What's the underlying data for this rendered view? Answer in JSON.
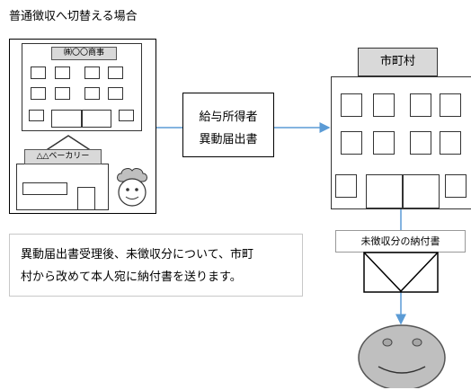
{
  "title": "普通徴収へ切替える場合",
  "company": {
    "sign": "㈱〇〇商事",
    "bakery_sign": "△△ベーカリー"
  },
  "document": {
    "line1": "給与所得者",
    "line2": "異動届出書"
  },
  "city": {
    "sign": "市町村"
  },
  "tax_notice": "未徴収分の納付書",
  "note": {
    "line1": "異動届出書受理後、未徴収分について、市町",
    "line2": "村から改めて本人宛に納付書を送ります。"
  },
  "colors": {
    "arrow": "#5b9bd5",
    "sign_fill": "#d9d9d9",
    "face_fill": "#bfbfbf"
  }
}
